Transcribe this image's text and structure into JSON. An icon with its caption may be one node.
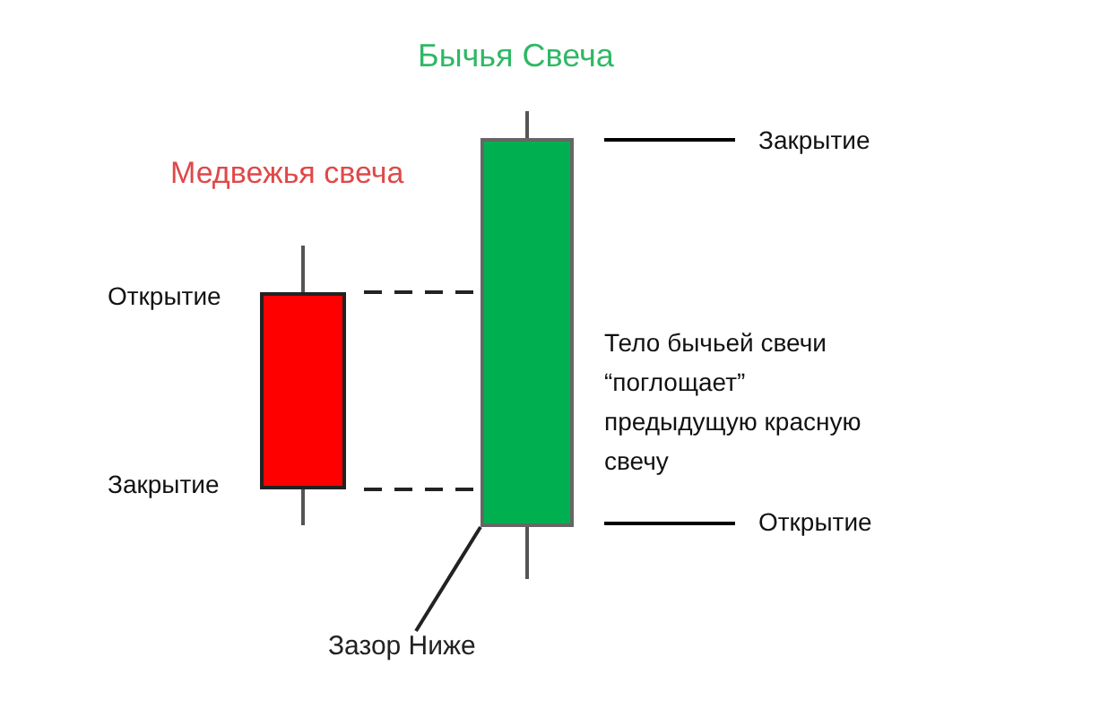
{
  "diagram": {
    "nodes": [
      {
        "text": [
          "Медвежья свеча"
        ],
        "beside": [
          "Открытие",
          "Закрытие"
        ]
      },
      {
        "text": [
          "Бычья Свеча"
        ],
        "beside": [
          "Тело бычьей свечи “поглощает” предыдущую красную свечу"
        ]
      },
      {
        "text": [
          "Зазор Ниже"
        ]
      }
    ],
    "edges": [
      {
        "from": 0,
        "to": 1,
        "arrow": "none",
        "style": "dashed"
      },
      {
        "from": 0,
        "to": 1,
        "arrow": "none",
        "style": "dashed"
      },
      {
        "from": 2,
        "to": 1,
        "arrow": "none"
      }
    ],
    "labels": [
      "Закрытие",
      "Открытие"
    ]
  }
}
